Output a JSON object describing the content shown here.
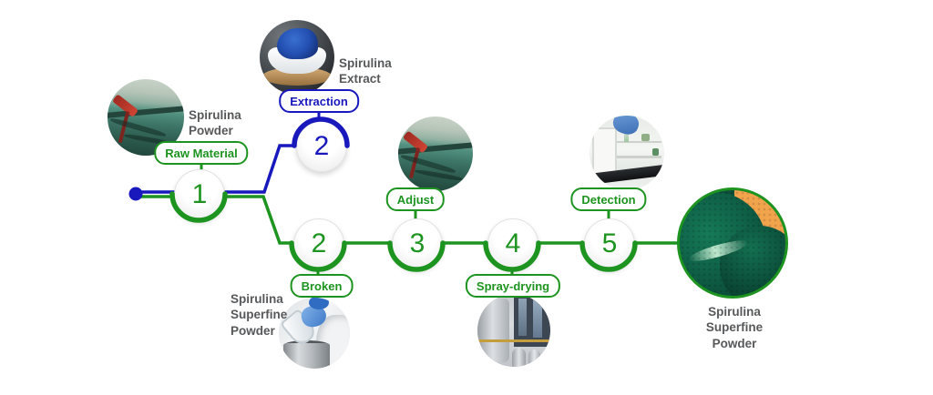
{
  "palette": {
    "green": "#1d9420",
    "blue": "#1818bd",
    "caption": "#57585a"
  },
  "flow": {
    "steps": [
      {
        "number": "1",
        "label": "Raw Material",
        "caption": "Spirulina Powder",
        "branch": "green"
      },
      {
        "number": "2",
        "label": "Extraction",
        "caption": "Spirulina Extract",
        "branch": "blue"
      },
      {
        "number": "2",
        "label": "Broken",
        "caption": "Spirulina Superfine Powder",
        "branch": "green"
      },
      {
        "number": "3",
        "label": "Adjust",
        "branch": "green"
      },
      {
        "number": "4",
        "label": "Spray-drying",
        "branch": "green"
      },
      {
        "number": "5",
        "label": "Detection",
        "branch": "green"
      }
    ],
    "final": {
      "caption": "Spirulina Superfine Powder"
    },
    "photos": [
      "spirulina-pond",
      "spirulina-extract-bowl",
      "spirulina-pond",
      "cleanroom-pouring",
      "spray-dryer-equipment",
      "lab-detection",
      "superfine-powder-closeup"
    ]
  }
}
